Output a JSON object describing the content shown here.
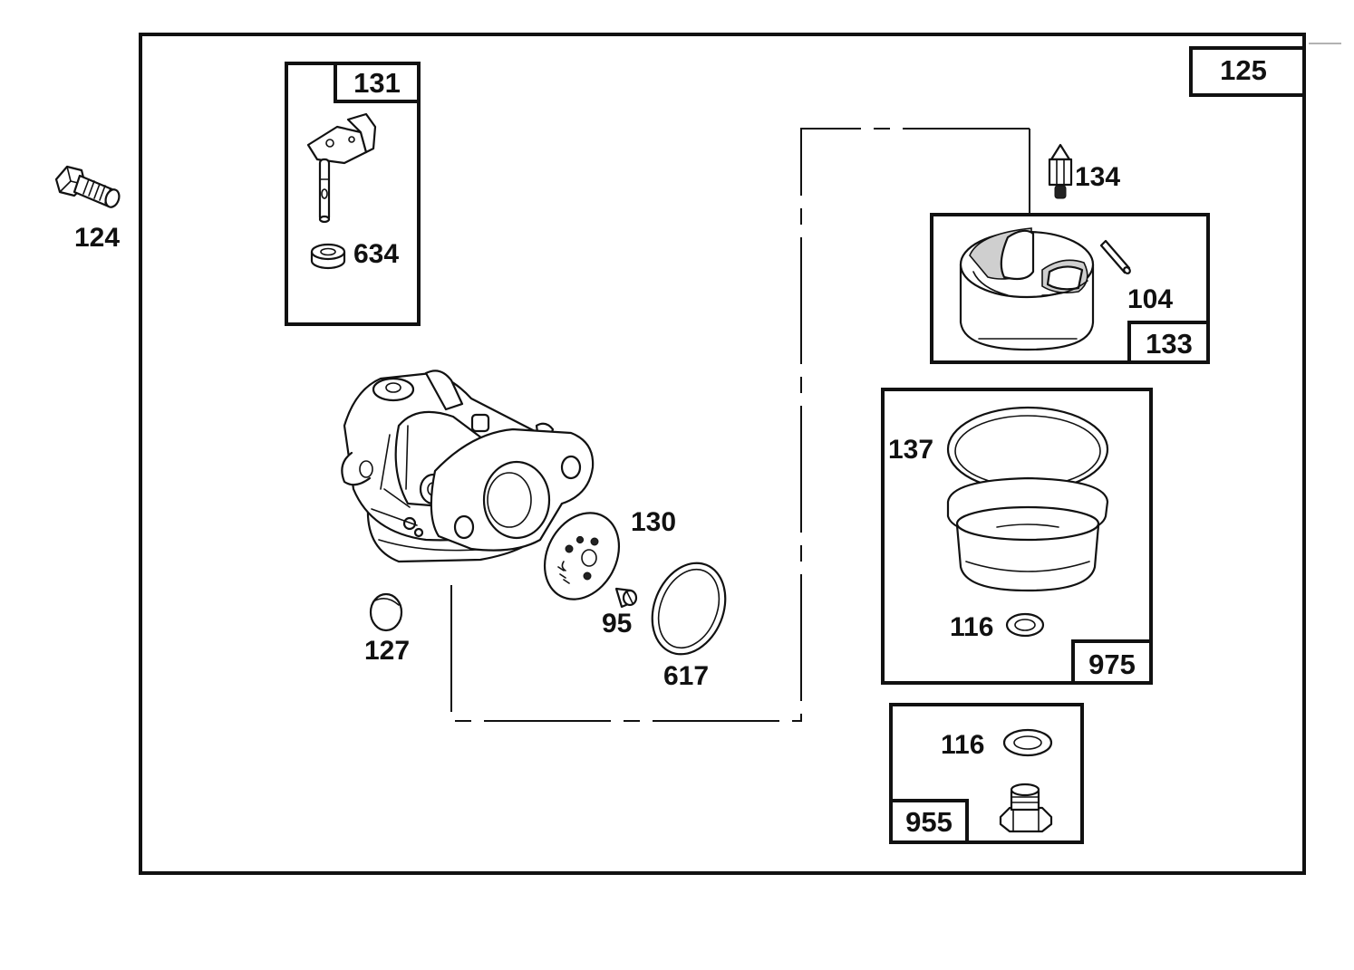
{
  "assembly": {
    "main_number": "125",
    "kit_numbers": {
      "choke_kit": "131",
      "float_kit": "133",
      "bowl_kit": "975",
      "bolt_kit": "955"
    },
    "part_labels": {
      "bolt": "124",
      "seal_634": "634",
      "needle": "134",
      "pin": "104",
      "gasket_137": "137",
      "washer_bowl": "116",
      "washer_kit": "116",
      "plate": "130",
      "screw": "95",
      "plug": "127",
      "gasket_617": "617"
    }
  }
}
